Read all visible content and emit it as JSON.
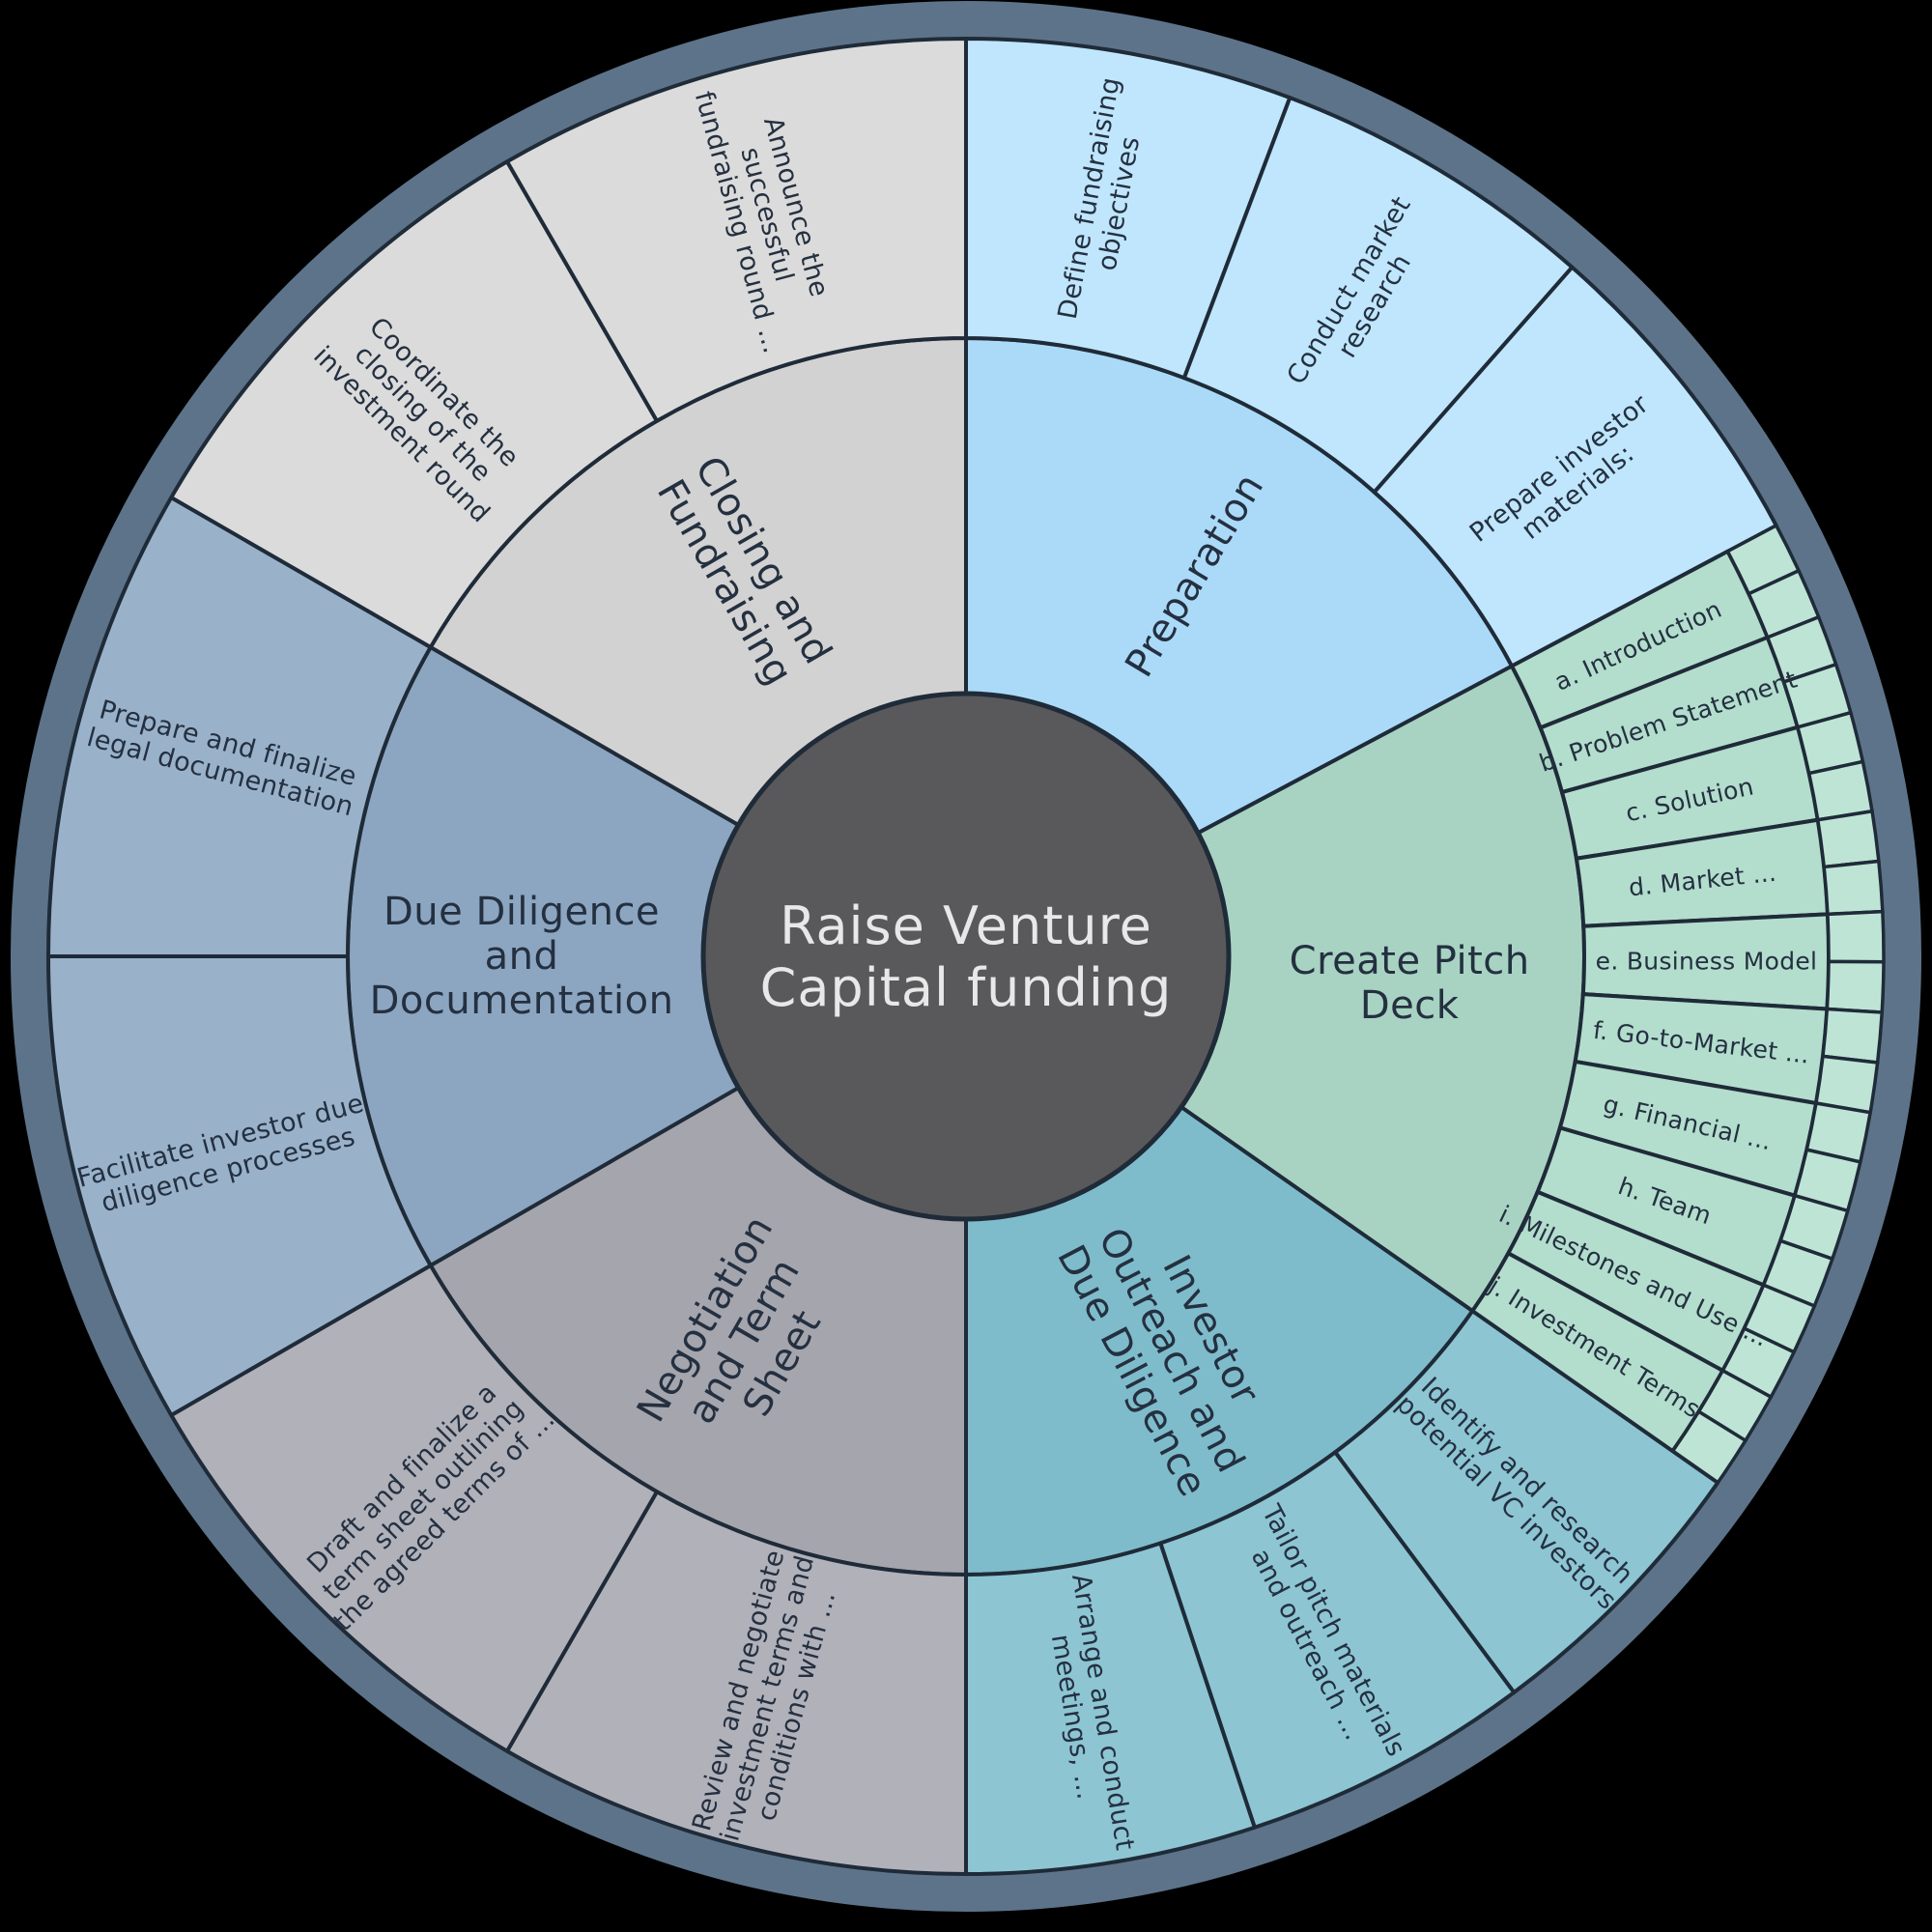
{
  "chart_data": {
    "type": "sunburst",
    "title": "Raise Venture Capital funding",
    "layout": {
      "background": "#000000",
      "rim_color": "#5d7389",
      "stroke_color": "#1f2b38",
      "label_color": "#243040",
      "rings": [
        "root",
        "phase",
        "task",
        "subtask-ticks"
      ],
      "direction": "clockwise-from-top"
    },
    "center": {
      "label": "Raise Venture Capital funding",
      "lines": [
        "Raise Venture",
        "Capital funding"
      ],
      "color": "#59595b",
      "text_color": "#e8e8e8"
    },
    "segments": [
      {
        "label": "Preparation",
        "lines": [
          "Preparation"
        ],
        "color": "#aadaf8",
        "child_color": "#bfe6fc",
        "start_deg": 0,
        "end_deg": 62,
        "children": [
          {
            "label": "Define fundraising objectives",
            "lines": [
              "Define fundraising",
              "objectives"
            ]
          },
          {
            "label": "Conduct market research",
            "lines": [
              "Conduct market",
              "research"
            ]
          },
          {
            "label": "Prepare investor materials:",
            "lines": [
              "Prepare investor",
              "materials:"
            ]
          }
        ]
      },
      {
        "label": "Create Pitch Deck",
        "lines": [
          "Create Pitch",
          "Deck"
        ],
        "color": "#a8d3c3",
        "child_color": "#b3ddcd",
        "leaf_color": "#bee4d5",
        "start_deg": 62,
        "end_deg": 125,
        "children": [
          {
            "label": "a. Introduction",
            "lines": [
              "a. Introduction"
            ],
            "leaf_cells": 2
          },
          {
            "label": "b. Problem Statement",
            "lines": [
              "b. Problem Statement"
            ],
            "leaf_cells": 2
          },
          {
            "label": "c. Solution",
            "lines": [
              "c. Solution"
            ],
            "leaf_cells": 2
          },
          {
            "label": "d. Market ...",
            "lines": [
              "d. Market ..."
            ],
            "leaf_cells": 2
          },
          {
            "label": "e. Business Model",
            "lines": [
              "e. Business Model"
            ],
            "leaf_cells": 2
          },
          {
            "label": "f. Go-to-Market ...",
            "lines": [
              "f. Go-to-Market ..."
            ],
            "leaf_cells": 2
          },
          {
            "label": "g. Financial ...",
            "lines": [
              "g. Financial ..."
            ],
            "leaf_cells": 2
          },
          {
            "label": "h. Team",
            "lines": [
              "h. Team"
            ],
            "leaf_cells": 2
          },
          {
            "label": "i. Milestones and Use ...",
            "lines": [
              "i. Milestones and Use ..."
            ],
            "leaf_cells": 2
          },
          {
            "label": "j. Investment Terms",
            "lines": [
              "j. Investment Terms"
            ],
            "leaf_cells": 2
          }
        ]
      },
      {
        "label": "Investor Outreach and Due Diligence",
        "lines": [
          "Investor",
          "Outreach and",
          "Due Diligence"
        ],
        "color": "#7fbccb",
        "child_color": "#8dc5d3",
        "start_deg": 125,
        "end_deg": 180,
        "children": [
          {
            "label": "Identify and research potential VC investors",
            "lines": [
              "Identify and research",
              "potential VC investors"
            ]
          },
          {
            "label": "Tailor pitch materials and outreach ...",
            "lines": [
              "Tailor pitch materials",
              "and outreach ..."
            ]
          },
          {
            "label": "Arrange and conduct meetings, ...",
            "lines": [
              "Arrange and conduct",
              "meetings, ..."
            ]
          }
        ]
      },
      {
        "label": "Negotiation and Term Sheet",
        "lines": [
          "Negotiation",
          "and Term",
          "Sheet"
        ],
        "color": "#a5a5ae",
        "child_color": "#b1b1ba",
        "start_deg": 180,
        "end_deg": 240,
        "children": [
          {
            "label": "Review and negotiate investment terms and conditions with ...",
            "lines": [
              "Review and negotiate",
              "investment terms and",
              "conditions with ..."
            ]
          },
          {
            "label": "Draft and finalize a term sheet outlining the agreed terms of ...",
            "lines": [
              "Draft and finalize a",
              "term sheet outlining",
              "the agreed terms of ..."
            ]
          }
        ]
      },
      {
        "label": "Due Diligence and Documentation",
        "lines": [
          "Due Diligence",
          "and",
          "Documentation"
        ],
        "color": "#8ca6c1",
        "child_color": "#99b2ca",
        "start_deg": 240,
        "end_deg": 300,
        "children": [
          {
            "label": "Facilitate investor due diligence processes",
            "lines": [
              "Facilitate investor due",
              "diligence processes"
            ]
          },
          {
            "label": "Prepare and finalize legal documentation",
            "lines": [
              "Prepare and finalize",
              "legal documentation"
            ]
          }
        ]
      },
      {
        "label": "Closing and Fundraising",
        "lines": [
          "Closing and",
          "Fundraising"
        ],
        "color": "#d2d2d2",
        "child_color": "#dbdbdb",
        "start_deg": 300,
        "end_deg": 360,
        "children": [
          {
            "label": "Coordinate the closing of the investment round",
            "lines": [
              "Coordinate the",
              "closing of the",
              "investment round"
            ]
          },
          {
            "label": "Announce the successful fundraising round ...",
            "lines": [
              "Announce the",
              "successful",
              "fundraising round ..."
            ]
          }
        ]
      }
    ]
  }
}
